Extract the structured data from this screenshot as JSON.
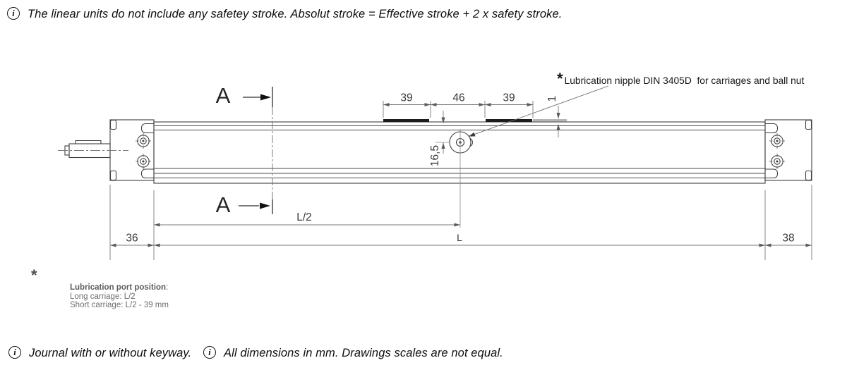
{
  "notes": {
    "top": "The linear units do not include any safetey stroke. Absolut stroke = Effective stroke + 2 x safety stroke.",
    "bottom_left": "Journal with or without keyway.",
    "bottom_right": "All dimensions in mm. Drawings scales are not equal.",
    "info_glyph": "i"
  },
  "annotations": {
    "asterisk": "*",
    "nipple_note": "Lubrication nipple DIN 3405D  for carriages and ball nut",
    "port_position": {
      "title": "Lubrication port position",
      "colon": ":",
      "long": "Long carriage: L/2",
      "short": "Short carriage: L/2 - 39 mm"
    },
    "section_label": "A"
  },
  "dimensions": {
    "carriage_left": "39",
    "carriage_mid": "46",
    "carriage_right": "39",
    "plate_height": "1",
    "nipple_offset": "16,5",
    "left_end": "36",
    "right_end": "38",
    "half_length": "L/2",
    "length": "L"
  },
  "colors": {
    "part_line": "#3f3f3f",
    "dim_line": "#7a7a7a",
    "carriage_plate": "#1c1c1c",
    "carriage_plate_gray": "#b5b5b5",
    "background": "#ffffff"
  }
}
